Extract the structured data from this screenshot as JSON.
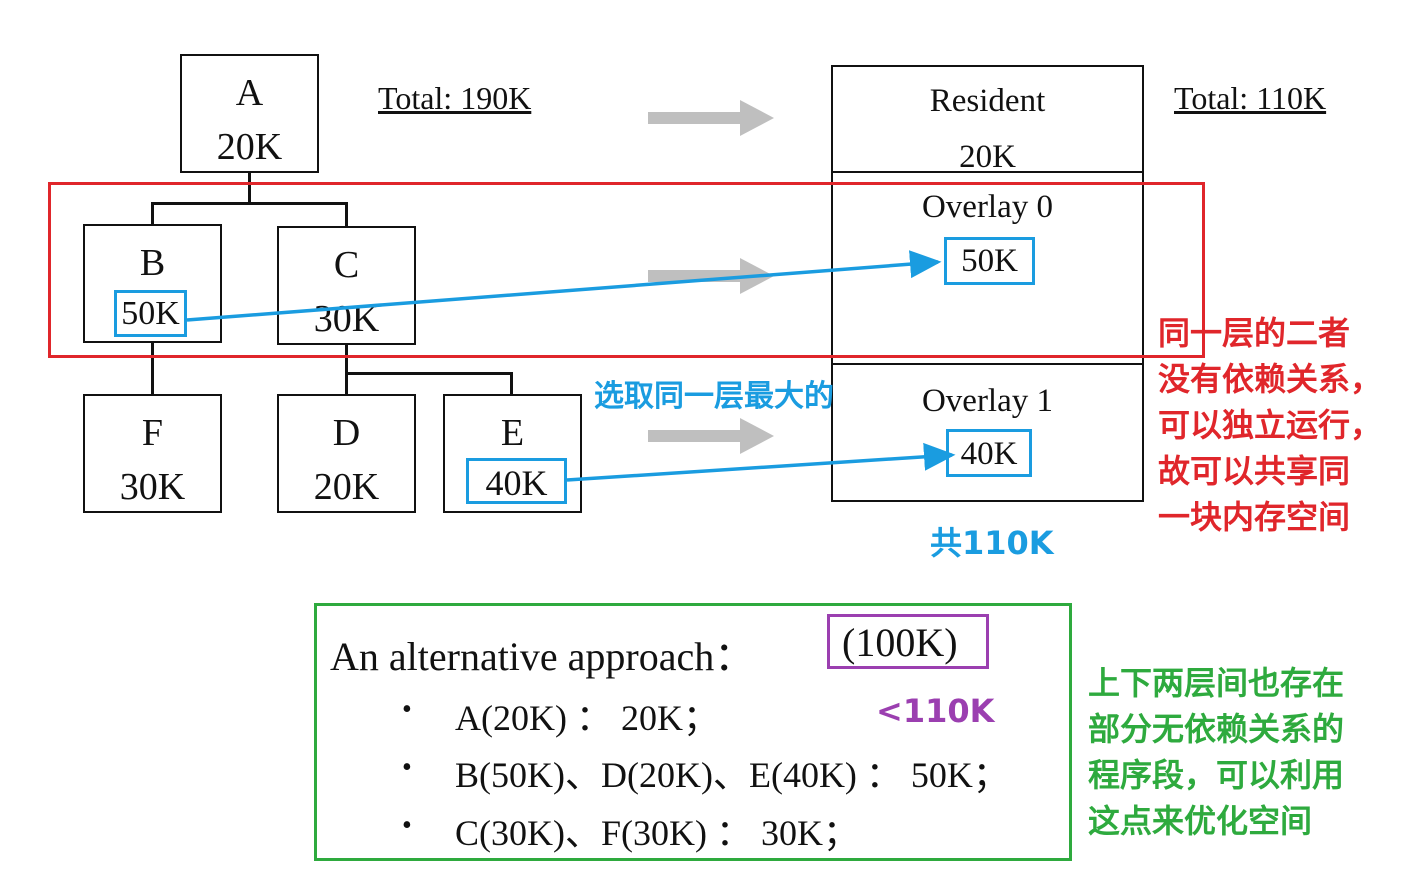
{
  "tree": {
    "A": {
      "letter": "A",
      "size": "20K"
    },
    "B": {
      "letter": "B",
      "size": "50K"
    },
    "C": {
      "letter": "C",
      "size": "30K"
    },
    "D": {
      "letter": "D",
      "size": "20K"
    },
    "E": {
      "letter": "E",
      "size": "40K"
    },
    "F": {
      "letter": "F",
      "size": "30K"
    }
  },
  "total_left": "Total: 190K",
  "total_right": "Total: 110K",
  "memory": {
    "resident_label": "Resident",
    "resident_size": "20K",
    "overlay0_label": "Overlay 0",
    "overlay0_size": "50K",
    "overlay1_label": "Overlay 1",
    "overlay1_size": "40K"
  },
  "annotations": {
    "pick_largest": "选取同一层最大的",
    "total_110": "共110K",
    "red_note": [
      "同一层的二者",
      "没有依赖关系，",
      "可以独立运行，",
      "故可以共享同",
      "一块内存空间"
    ],
    "green_note": [
      "上下两层间也存在",
      "部分无依赖关系的",
      "程序段，可以利用",
      "这点来优化空间"
    ]
  },
  "alternative": {
    "title": "An alternative approach：",
    "value": "(100K)",
    "less_than": "<110K",
    "bullets": [
      "A(20K) ： 20K；",
      "B(50K)、D(20K)、E(40K) ： 50K；",
      "C(30K)、F(30K) ： 30K；"
    ],
    "bullet_glyph": "•"
  },
  "colors": {
    "red": "#e0262b",
    "blue": "#1a9ce0",
    "green": "#2eaa3e",
    "purple": "#9b3fb0",
    "arrow_gray": "#bfbfbf"
  }
}
